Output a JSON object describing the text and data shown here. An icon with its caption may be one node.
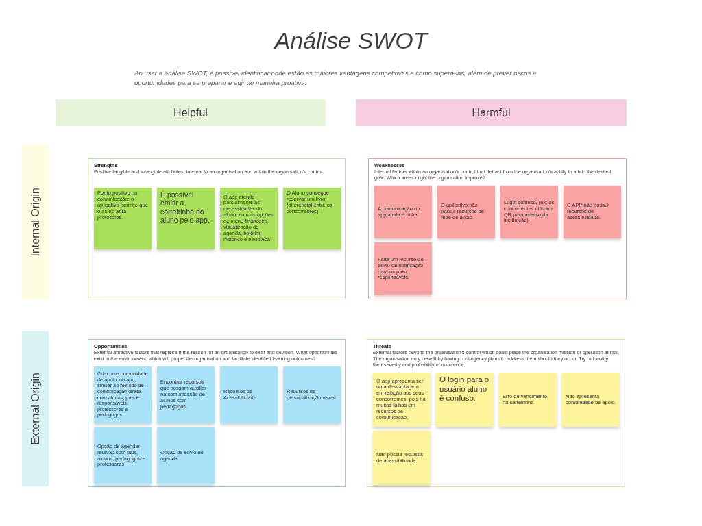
{
  "diagram": {
    "title": "Análise SWOT",
    "nodes": [
      {
        "text": [
          "Helpful"
        ]
      },
      {
        "text": [
          "Harmful"
        ]
      },
      {
        "text": [
          "Internal Origin"
        ]
      },
      {
        "text": [
          "Strengths",
          "Positive tangible and intangible attributes, internal to an organisation and within the organisation's control."
        ]
      },
      {
        "text": [
          "Ponto positivo na comunicação: o aplicativo permite que o aluno abra protocolos."
        ],
        "in": 3
      },
      {
        "text": [
          "É possível emitir a carteirinha do aluno pelo app."
        ],
        "in": 3
      },
      {
        "text": [
          "O app atende parcialmente as necessidades do aluno, com as opções de menu financeiro, visualização de agenda, boletim, histórico e biblioteca."
        ],
        "in": 3
      },
      {
        "text": [
          "O Aluno consegue reservar um livro (diferencial entre os concorrentes)."
        ],
        "in": 3
      },
      {
        "text": [
          "Weaknesses",
          "Internal factors within an organisation's control that detract from the organisation's ability to attain the desired goal. Which areas might the organisation improve?"
        ]
      },
      {
        "text": [
          "A comunicação no app ainda é falha."
        ],
        "in": 8
      },
      {
        "text": [
          "O aplicativo não possui recursos de rede de apoio."
        ],
        "in": 8
      },
      {
        "text": [
          "Login confuso, (ex: os concorrentes utilizam QR para acesso da instituição)."
        ],
        "in": 8
      },
      {
        "text": [
          "O APP não possui recursos de acessibilidade."
        ],
        "in": 8
      },
      {
        "text": [
          "Falta um recurso de envio de notificação para os pais/ responsáveis"
        ],
        "in": 8
      },
      {
        "text": [
          "External Origin"
        ]
      },
      {
        "text": [
          "Opportunities",
          "External attractive factors that represent the reason for an organisation to exist and develop. What opportunities exist in the environment, which will propel the organisation and facilitate identified learning outcomes?"
        ]
      },
      {
        "text": [
          "Criar uma comunidade de apoio, no app, similar ao método de comunicação direta com alunos, pais e responsáveis, professores e pedagogos."
        ],
        "in": 15
      },
      {
        "text": [
          "Encontrar recursos que possam auxiliar na comunicação de alunos com pedagogos."
        ],
        "in": 15
      },
      {
        "text": [
          "Recursos de Acessibilidade"
        ],
        "in": 15
      },
      {
        "text": [
          "Recursos de personalização visual."
        ],
        "in": 15
      },
      {
        "text": [
          "Opção de agendar reunião com pais, alunos, pedagogos e professores."
        ],
        "in": 15
      },
      {
        "text": [
          "Opção de envio de agenda."
        ],
        "in": 15
      },
      {
        "text": [
          "Threats",
          "External factors beyond the organisation's control which could place the organisation mission or operation at risk. The organisation may benefit by having contingency plans to address them should they occur. Try to identify their severity and probability of occurence."
        ]
      },
      {
        "text": [
          "O app apresenta ser uma desvantagem em relação aos seus concorrentes, pois há muitas falhas em recursos de comunicação."
        ],
        "in": 22
      },
      {
        "text": [
          "O login para o usuário aluno é confuso."
        ],
        "in": 22
      },
      {
        "text": [
          "Erro de vencimento na carteirinha"
        ],
        "in": 22
      },
      {
        "text": [
          "Não apresenta comunidade de apoio."
        ],
        "in": 22
      },
      {
        "text": [
          "Não possui recursos de acessibilidade."
        ],
        "in": 22
      }
    ],
    "labels": [
      "Ao usar a análise SWOT, é possível identificar onde estão as maiores vantagens competitivas e como superá-las, além de prever riscos e oportunidades para se preparar e agir de maneira proativa."
    ]
  }
}
